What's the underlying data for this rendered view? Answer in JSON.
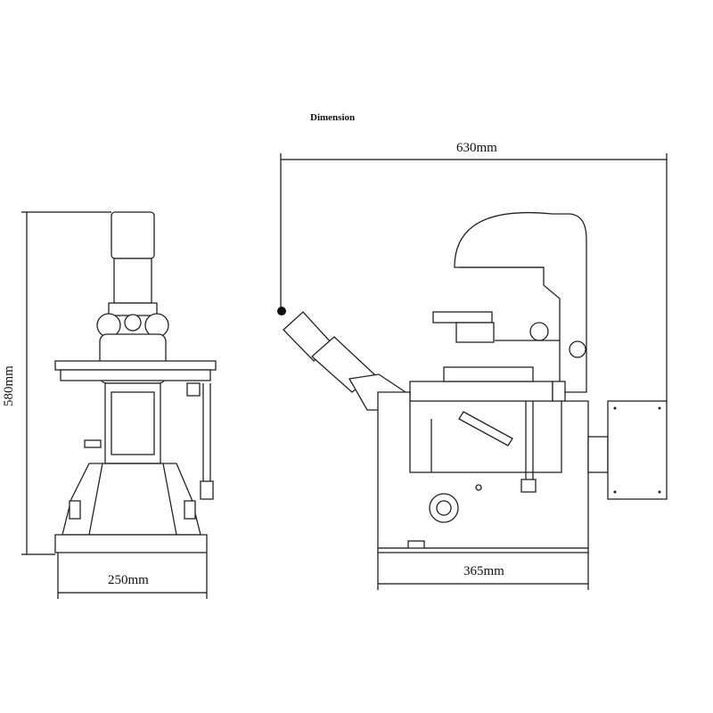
{
  "title": "Dimension",
  "dimensions": {
    "overall_width": "630mm",
    "height": "580mm",
    "front_width": "250mm",
    "base_depth": "365mm"
  }
}
